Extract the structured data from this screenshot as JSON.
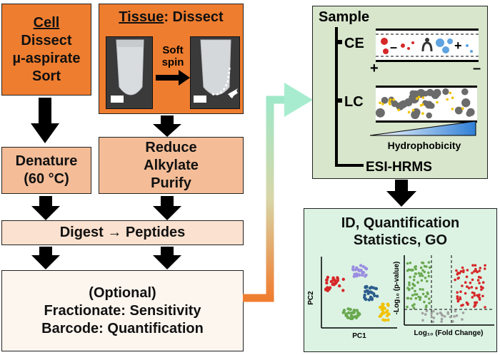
{
  "cell_box": {
    "title": "Cell",
    "lines": [
      "Dissect",
      "µ-aspirate",
      "Sort"
    ]
  },
  "tissue_box": {
    "title": "Tissue",
    "title_rest": ": Dissect",
    "arrow_label_1": "Soft",
    "arrow_label_2": "spin"
  },
  "denature_box": {
    "line1": "Denature",
    "line2": "(60 °C)"
  },
  "reduce_box": {
    "lines": [
      "Reduce",
      "Alkylate",
      "Purify"
    ]
  },
  "digest_box": {
    "text": "Digest → Peptides"
  },
  "optional_box": {
    "lines": [
      "(Optional)",
      "Fractionate: Sensitivity",
      "Barcode: Quantification"
    ]
  },
  "sample_box": {
    "title": "Sample",
    "ce_label": "CE",
    "lc_label": "LC",
    "plus": "+",
    "minus": "–",
    "gradient_label": "Hydrophobicity",
    "esi_label": "ESI-HRMS"
  },
  "id_box": {
    "line1": "ID, Quantification",
    "line2": "Statistics, GO",
    "pca_xlabel": "PC1",
    "pca_ylabel": "PC2",
    "volcano_xlabel": "Log₁₀ (Fold Change)",
    "volcano_ylabel": "-Log₁₀ (p-value)"
  },
  "colors": {
    "orange": "#ef7d2f",
    "peach": "#f4bd98",
    "light_peach": "#fbe1cf",
    "sample_green": "#d8e6cc",
    "result_mint": "#dcf3e4",
    "red_cluster": "#d62728",
    "purple_cluster": "#9b8fe0",
    "blue_cluster": "#2b5d8c",
    "green_cluster": "#6aa84f",
    "yellow_cluster": "#f2c200"
  }
}
